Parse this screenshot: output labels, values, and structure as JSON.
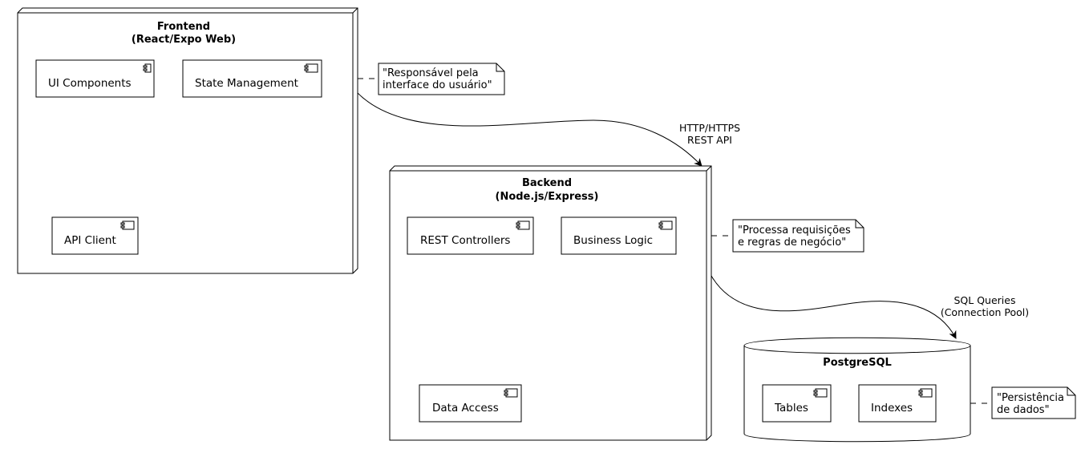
{
  "frontend": {
    "title_line1": "Frontend",
    "title_line2": "(React/Expo Web)",
    "components": {
      "ui_components": "UI Components",
      "state_management": "State Management",
      "api_client": "API Client"
    },
    "note_line1": "\"Responsável pela",
    "note_line2": "interface do usuário\""
  },
  "backend": {
    "title_line1": "Backend",
    "title_line2": "(Node.js/Express)",
    "components": {
      "rest_controllers": "REST Controllers",
      "business_logic": "Business Logic",
      "data_access": "Data Access"
    },
    "note_line1": "\"Processa requisições",
    "note_line2": "e regras de negócio\""
  },
  "database": {
    "title": "PostgreSQL",
    "components": {
      "tables": "Tables",
      "indexes": "Indexes"
    },
    "note_line1": "\"Persistência",
    "note_line2": "de dados\""
  },
  "edges": {
    "frontend_backend_line1": "HTTP/HTTPS",
    "frontend_backend_line2": "REST API",
    "backend_database_line1": "SQL Queries",
    "backend_database_line2": "(Connection Pool)"
  }
}
